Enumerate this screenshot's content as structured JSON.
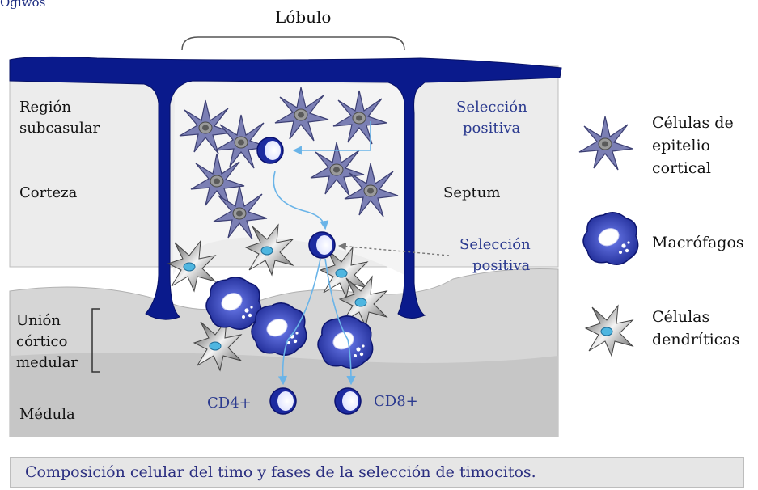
{
  "corner_label": "Ogiwos",
  "lobulo_label": "Lóbulo",
  "regions": {
    "subcapsular_line1": "Región",
    "subcapsular_line2": "subcasular",
    "cortex": "Corteza",
    "cm_junction_line1": "Unión",
    "cm_junction_line2": "córtico",
    "cm_junction_line3": "medular",
    "medulla": "Médula",
    "septum": "Septum"
  },
  "annotations": {
    "positive_selection_1_line1": "Selección",
    "positive_selection_1_line2": "positiva",
    "positive_selection_2_line1": "Selección",
    "positive_selection_2_line2": "positiva",
    "cd4": "CD4+",
    "cd8": "CD8+"
  },
  "legend": {
    "epithelial_line1": "Células de",
    "epithelial_line2": "epitelio",
    "epithelial_line3": "cortical",
    "macrophages": "Macrófagos",
    "dendritic_line1": "Células",
    "dendritic_line2": "dendríticas"
  },
  "caption": "Composición celular del timo y fases de la selección de timocitos.",
  "colors": {
    "capsule": "#0a1a8c",
    "cortex": "#ececec",
    "medulla": "#c8c8c8",
    "epithelial_cell": "#7b7fb4",
    "macrophage": "#1e2fa8",
    "arrow": "#6ab4e8",
    "label_blue": "#2b3a8f"
  }
}
